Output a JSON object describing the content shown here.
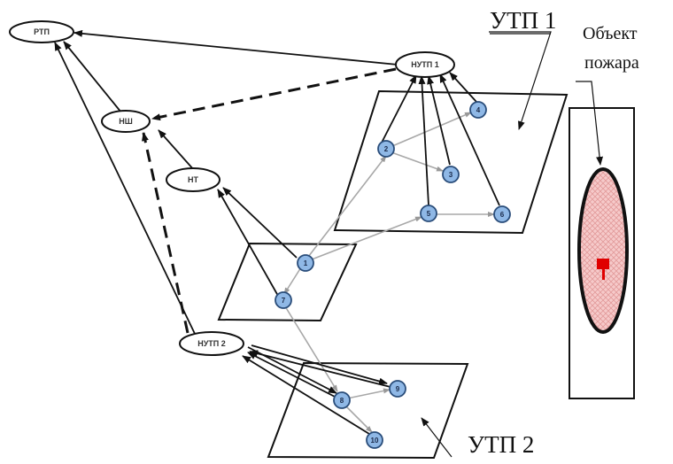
{
  "labels": {
    "rtp": "РТП",
    "nsh": "НШ",
    "nt": "НТ",
    "nutp1": "НУТП 1",
    "nutp2": "НУТП 2",
    "utp1": "УТП 1",
    "utp2": "УТП 2",
    "object_line1": "Объект",
    "object_line2": "пожара"
  },
  "nodes": {
    "n1": "1",
    "n2": "2",
    "n3": "3",
    "n4": "4",
    "n5": "5",
    "n6": "6",
    "n7": "7",
    "n8": "8",
    "n9": "9",
    "n10": "10"
  },
  "colors": {
    "node_fill": "#8fb8e6",
    "node_stroke": "#2a4d7a",
    "line": "#111111",
    "gray_line": "#a8a8a8",
    "fire_fill": "#f2b8b8",
    "flag": "#e00000"
  }
}
